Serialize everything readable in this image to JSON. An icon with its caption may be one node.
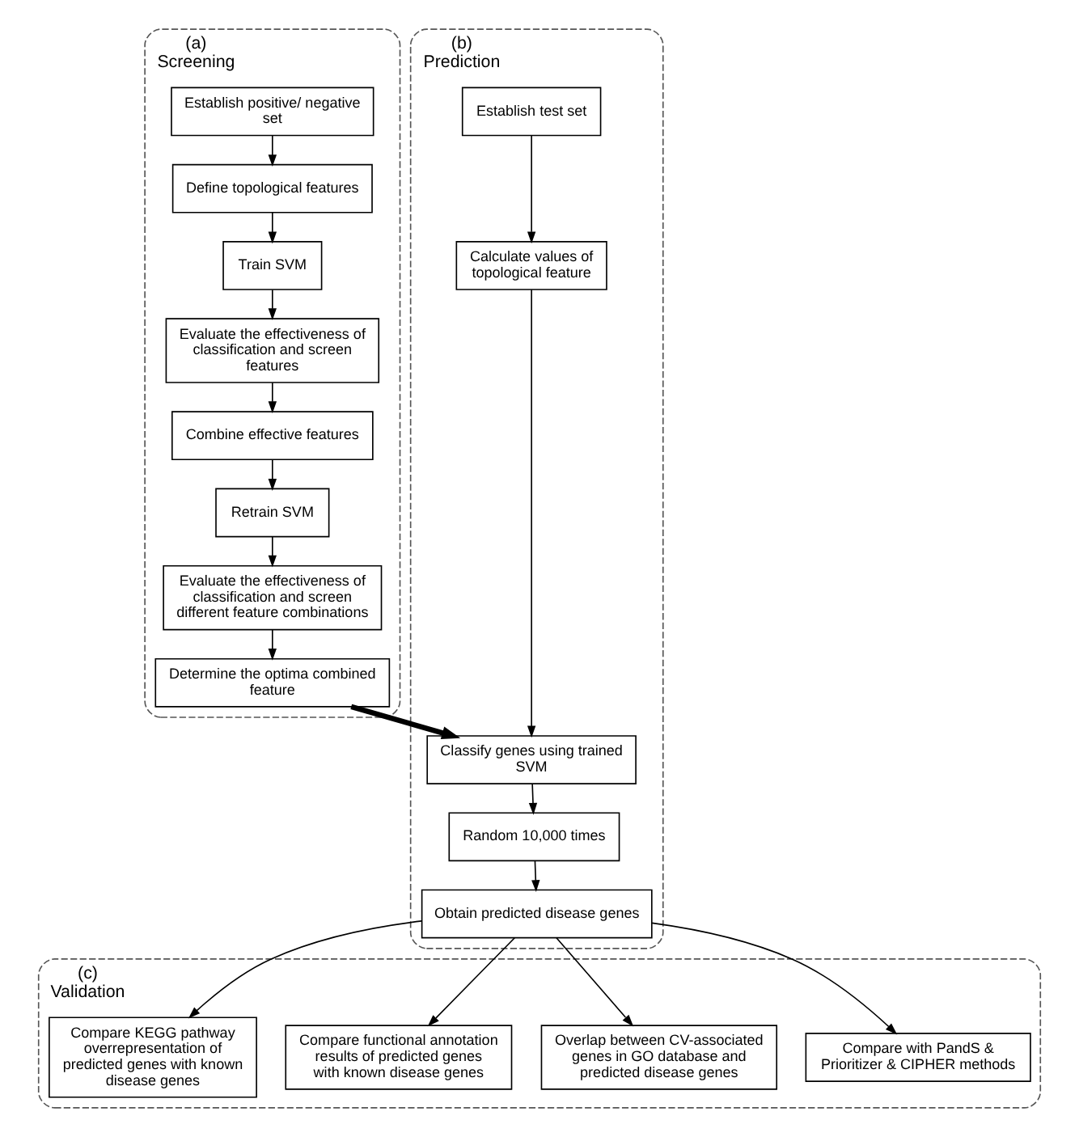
{
  "diagram": {
    "nodes": [
      {
        "text": [
          "(a)",
          "Screening"
        ]
      },
      {
        "text": [
          "Establish positive/ negative set"
        ],
        "in": 0
      },
      {
        "text": [
          "Define topological features"
        ],
        "in": 0
      },
      {
        "text": [
          "Train SVM"
        ],
        "in": 0
      },
      {
        "text": [
          "Evaluate the effectiveness of classification and screen features"
        ],
        "in": 0
      },
      {
        "text": [
          "Combine effective features"
        ],
        "in": 0
      },
      {
        "text": [
          "Retrain SVM"
        ],
        "in": 0
      },
      {
        "text": [
          "Evaluate the effectiveness of classification and screen different feature combinations"
        ],
        "in": 0
      },
      {
        "text": [
          "Determine the optima combined feature"
        ],
        "in": 0
      },
      {
        "text": [
          "(b)",
          "Prediction"
        ]
      },
      {
        "text": [
          "Establish test set"
        ],
        "in": 9
      },
      {
        "text": [
          "Calculate values of topological feature"
        ],
        "in": 9
      },
      {
        "text": [
          "Classify genes using trained SVM"
        ],
        "in": 9
      },
      {
        "text": [
          "Random 10,000 times"
        ],
        "in": 9
      },
      {
        "text": [
          "Obtain predicted disease genes"
        ],
        "in": 9
      },
      {
        "text": [
          "(c)",
          "Validation"
        ]
      },
      {
        "text": [
          "Compare with PandS & Prioritizer & CIPHER methods"
        ],
        "in": 15
      },
      {
        "text": [
          "Overlap between CV-associated genes in GO database and predicted disease genes"
        ],
        "in": 15
      },
      {
        "text": [
          "Compare functional annotation results of predicted genes with known disease genes"
        ],
        "in": 15
      },
      {
        "text": [
          "Compare KEGG pathway overrepresentation of predicted genes with known disease genes"
        ],
        "in": 15
      }
    ],
    "edges": [
      {
        "from": 1,
        "to": 2,
        "arrow": "to"
      },
      {
        "from": 2,
        "to": 3,
        "arrow": "to"
      },
      {
        "from": 3,
        "to": 4,
        "arrow": "to"
      },
      {
        "from": 4,
        "to": 5,
        "arrow": "to"
      },
      {
        "from": 5,
        "to": 6,
        "arrow": "to"
      },
      {
        "from": 6,
        "to": 7,
        "arrow": "to"
      },
      {
        "from": 7,
        "to": 8,
        "arrow": "to"
      },
      {
        "from": 8,
        "to": 12,
        "arrow": "to",
        "style": "thick"
      },
      {
        "from": 10,
        "to": 11,
        "arrow": "to"
      },
      {
        "from": 11,
        "to": 12,
        "arrow": "to"
      },
      {
        "from": 12,
        "to": 13,
        "arrow": "to"
      },
      {
        "from": 13,
        "to": 14,
        "arrow": "to"
      },
      {
        "from": 14,
        "to": 16,
        "arrow": "to"
      },
      {
        "from": 14,
        "to": 17,
        "arrow": "to"
      },
      {
        "from": 14,
        "to": 18,
        "arrow": "to"
      },
      {
        "from": 14,
        "to": 19,
        "arrow": "to"
      }
    ]
  }
}
